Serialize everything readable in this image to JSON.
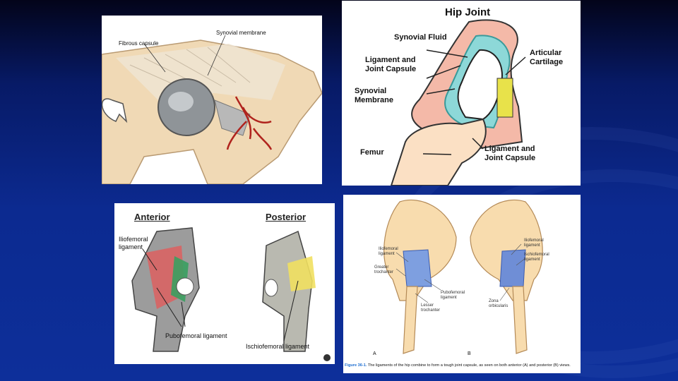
{
  "panel1": {
    "labels": {
      "fibrous_capsule": "Fibrous capsule",
      "synovial_membrane": "Synovial membrane"
    }
  },
  "panel2": {
    "title": "Hip Joint",
    "labels": {
      "synovial_fluid": "Synovial Fluid",
      "ligament_capsule_1": "Ligament and\nJoint Capsule",
      "synovial_membrane": "Synovial\nMembrane",
      "articular_cartilage": "Articular\nCartilage",
      "femur": "Femur",
      "ligament_capsule_2": "Ligament and\nJoint Capsule"
    }
  },
  "panel3": {
    "anterior": "Anterior",
    "posterior": "Posterior",
    "labels": {
      "iliofemoral": "Iliofemoral\nligament",
      "pubofemoral": "Pubofemoral ligament",
      "ischiofemoral": "Ischiofemoral ligament"
    }
  },
  "panel4": {
    "labels": {
      "iliofemoral_left": "Iliofemoral\nligament",
      "greater_trochanter": "Greater\ntrochanter",
      "pubofemoral": "Pubofemoral\nligament",
      "lesser_trochanter": "Lesser\ntrochanter",
      "iliofemoral_right": "Iliofemoral\nligament",
      "ischiofemoral": "Ischiofemoral\nligament",
      "zona": "Zona\norbicularis",
      "view_a": "A",
      "view_b": "B"
    },
    "caption_bold": "Figure 36-1.",
    "caption": " The ligaments of the hip combine to form a tough joint capsule, as seen on both anterior (A) and posterior (B) views."
  }
}
